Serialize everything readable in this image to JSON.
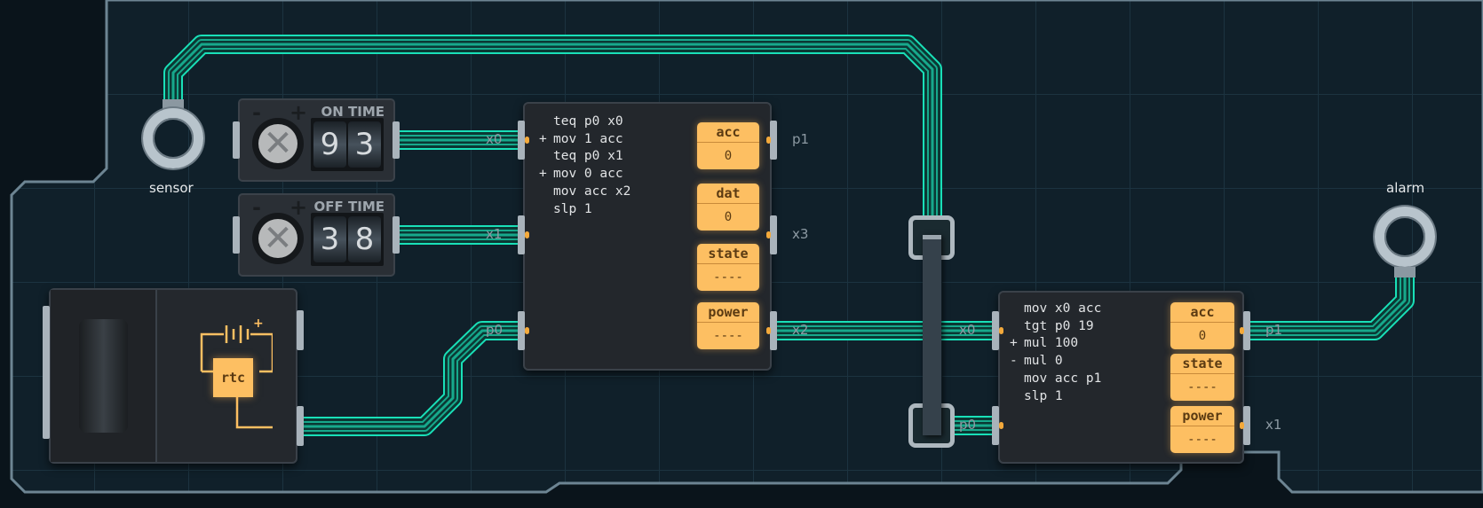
{
  "colors": {
    "wire": "#19e0b8",
    "register": "#fdbf62",
    "board": "#6d8593",
    "background": "#0a141b"
  },
  "sensor": {
    "label": "sensor"
  },
  "alarm": {
    "label": "alarm"
  },
  "on_time": {
    "label": "ON TIME",
    "minus": "-",
    "plus": "+",
    "digits": [
      "9",
      "3"
    ]
  },
  "off_time": {
    "label": "OFF TIME",
    "minus": "-",
    "plus": "+",
    "digits": [
      "3",
      "8"
    ]
  },
  "rtc": {
    "label": "rtc",
    "plus": "+"
  },
  "mcu1": {
    "code": [
      {
        "p": " ",
        "t": "teq p0 x0"
      },
      {
        "p": "+",
        "t": "mov 1 acc"
      },
      {
        "p": " ",
        "t": "teq p0 x1"
      },
      {
        "p": "+",
        "t": "mov 0 acc"
      },
      {
        "p": " ",
        "t": "mov acc x2"
      },
      {
        "p": " ",
        "t": "slp 1"
      }
    ],
    "registers": [
      {
        "name": "acc",
        "value": "0"
      },
      {
        "name": "dat",
        "value": "0"
      },
      {
        "name": "state",
        "value": "----"
      },
      {
        "name": "power",
        "value": "----"
      }
    ],
    "ports_left": [
      "x0",
      "x1",
      "p0"
    ],
    "ports_right": [
      "p1",
      "x3",
      "x2"
    ]
  },
  "mcu2": {
    "code": [
      {
        "p": " ",
        "t": "mov x0 acc"
      },
      {
        "p": " ",
        "t": "tgt p0 19"
      },
      {
        "p": "+",
        "t": "mul 100"
      },
      {
        "p": "-",
        "t": "mul 0"
      },
      {
        "p": " ",
        "t": "mov acc p1"
      },
      {
        "p": " ",
        "t": "slp 1"
      }
    ],
    "registers": [
      {
        "name": "acc",
        "value": "0"
      },
      {
        "name": "state",
        "value": "----"
      },
      {
        "name": "power",
        "value": "----"
      }
    ],
    "ports_left": [
      "x0",
      "p0"
    ],
    "ports_right": [
      "p1",
      "x1"
    ]
  }
}
